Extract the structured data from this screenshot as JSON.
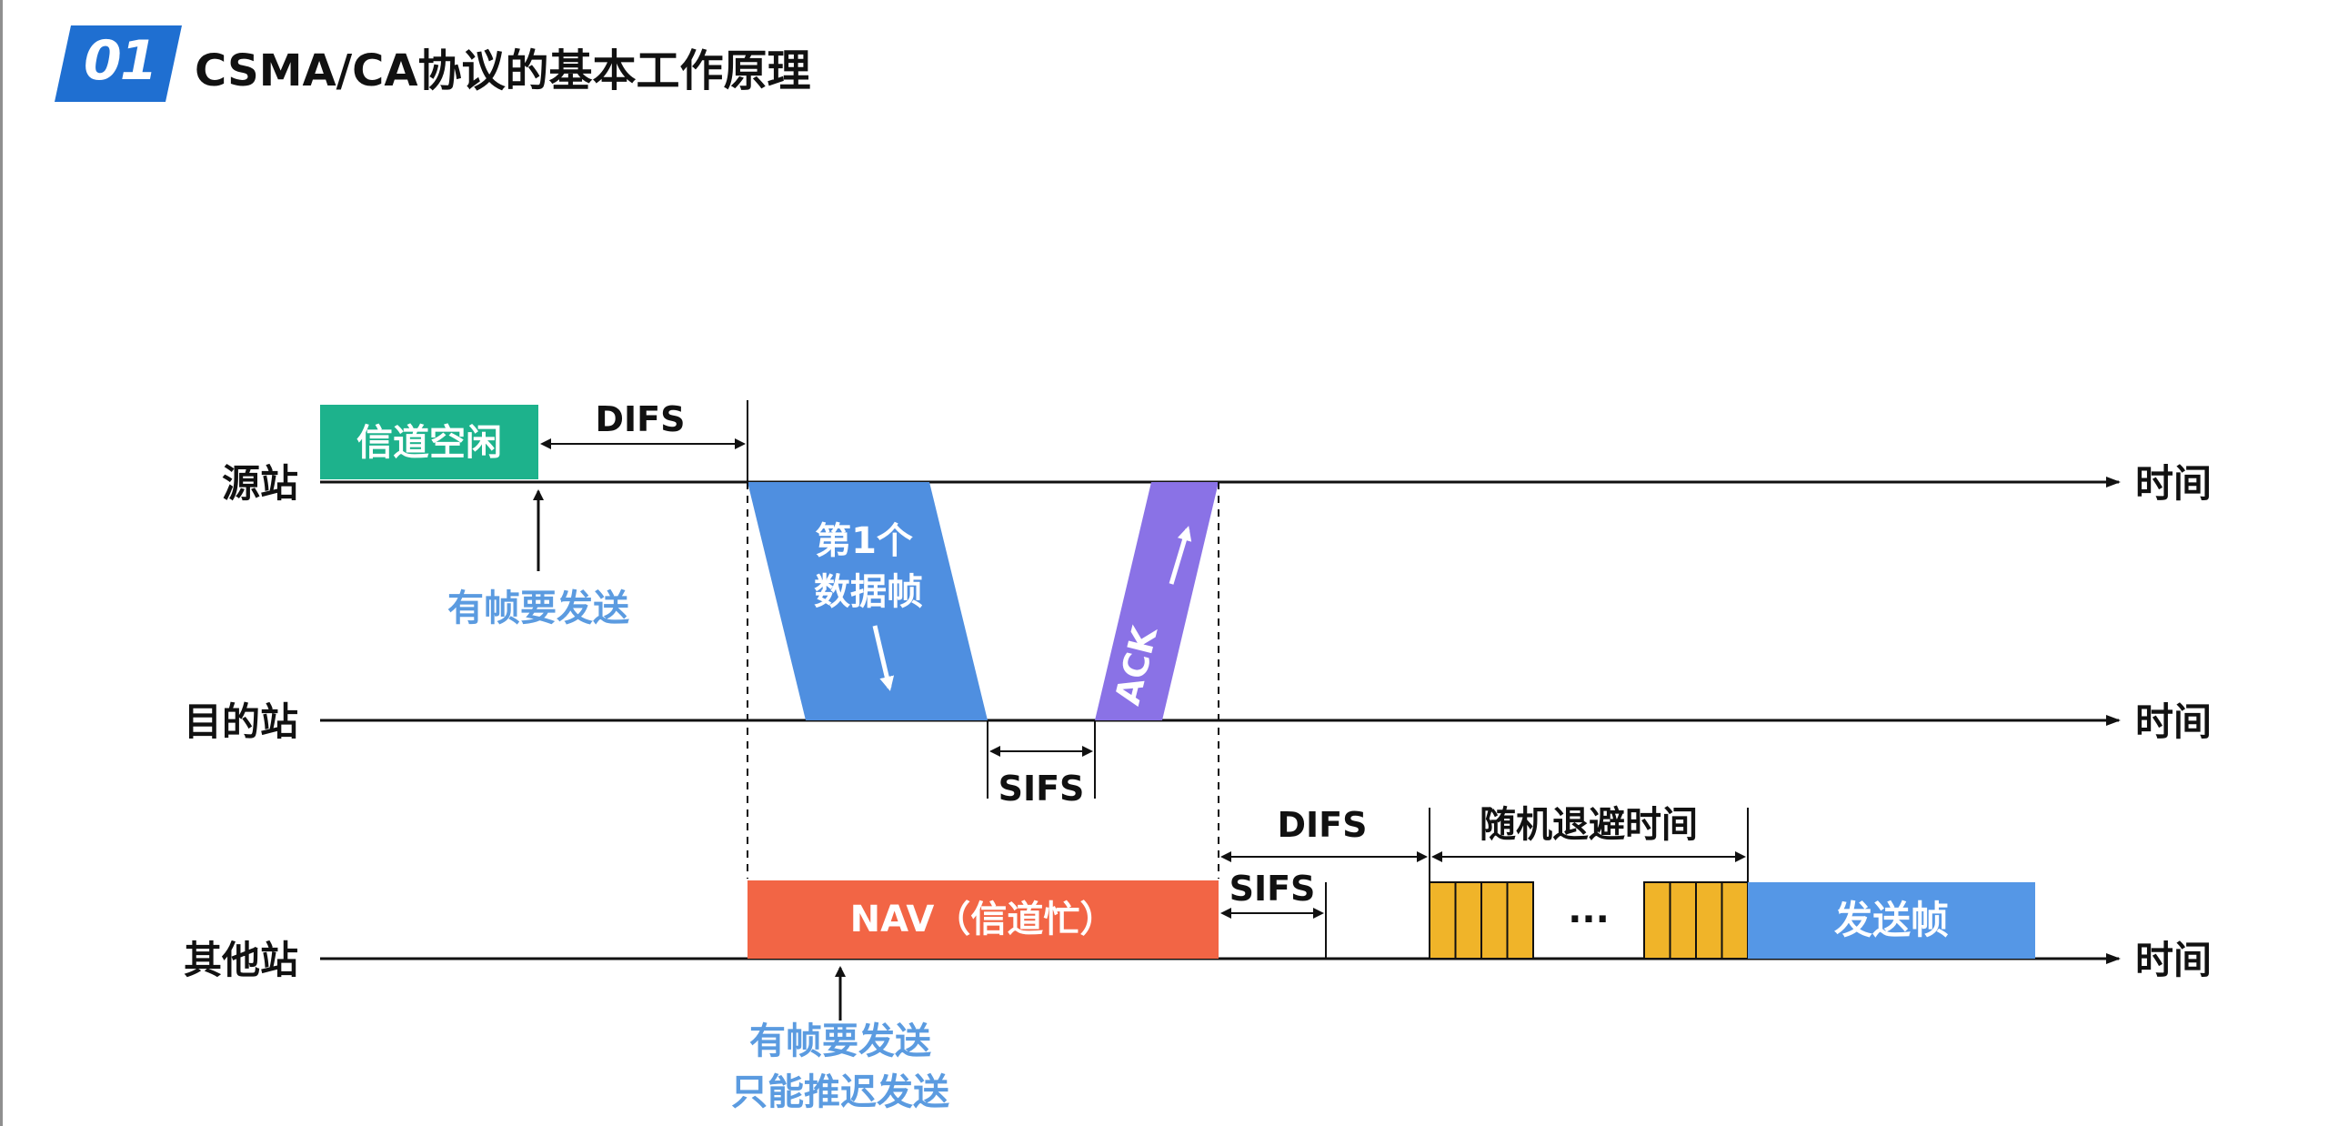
{
  "header": {
    "number": "01",
    "title": "CSMA/CA协议的基本工作原理"
  },
  "stations": {
    "source": "源站",
    "destination": "目的站",
    "others": "其他站"
  },
  "axis": {
    "time_label": "时间"
  },
  "blocks": {
    "channel_idle": "信道空闲",
    "data_frame_line1": "第1个",
    "data_frame_line2": "数据帧",
    "ack": "ACK",
    "nav": "NAV（信道忙）",
    "send_frame": "发送帧",
    "ellipsis": "···"
  },
  "intervals": {
    "difs": "DIFS",
    "sifs": "SIFS",
    "random_backoff": "随机退避时间"
  },
  "annotations": {
    "source_has_frame": "有帧要发送",
    "others_has_frame_line1": "有帧要发送",
    "others_has_frame_line2": "只能推迟发送"
  },
  "colors": {
    "accent_blue": "#1f6fd1",
    "channel_idle": "#1db28c",
    "data_frame": "#4f8fe0",
    "ack": "#8a72e6",
    "nav": "#f26545",
    "backoff_slot": "#f0b429",
    "send_frame": "#5597e6",
    "annotation_text": "#5b9be0"
  }
}
